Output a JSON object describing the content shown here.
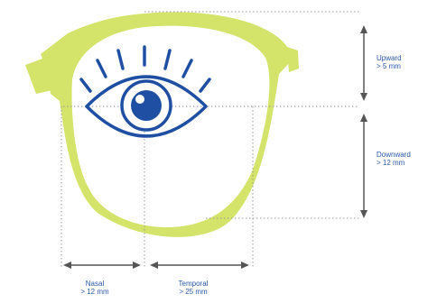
{
  "colors": {
    "frame": "#d4e36a",
    "eye": "#1e4fa3",
    "guide": "#9a9a9a",
    "arrow": "#555555",
    "label": "#2b58a8"
  },
  "icons": [
    "eyeglasses-frame",
    "open-eye",
    "eyelashes"
  ],
  "labels": {
    "upward": {
      "title": "Upward",
      "value": "> 5 mm"
    },
    "downward": {
      "title": "Downward",
      "value": "> 12 mm"
    },
    "nasal": {
      "title": "Nasal",
      "value": "> 12 mm"
    },
    "temporal": {
      "title": "Temporal",
      "value": "> 25 mm"
    }
  }
}
